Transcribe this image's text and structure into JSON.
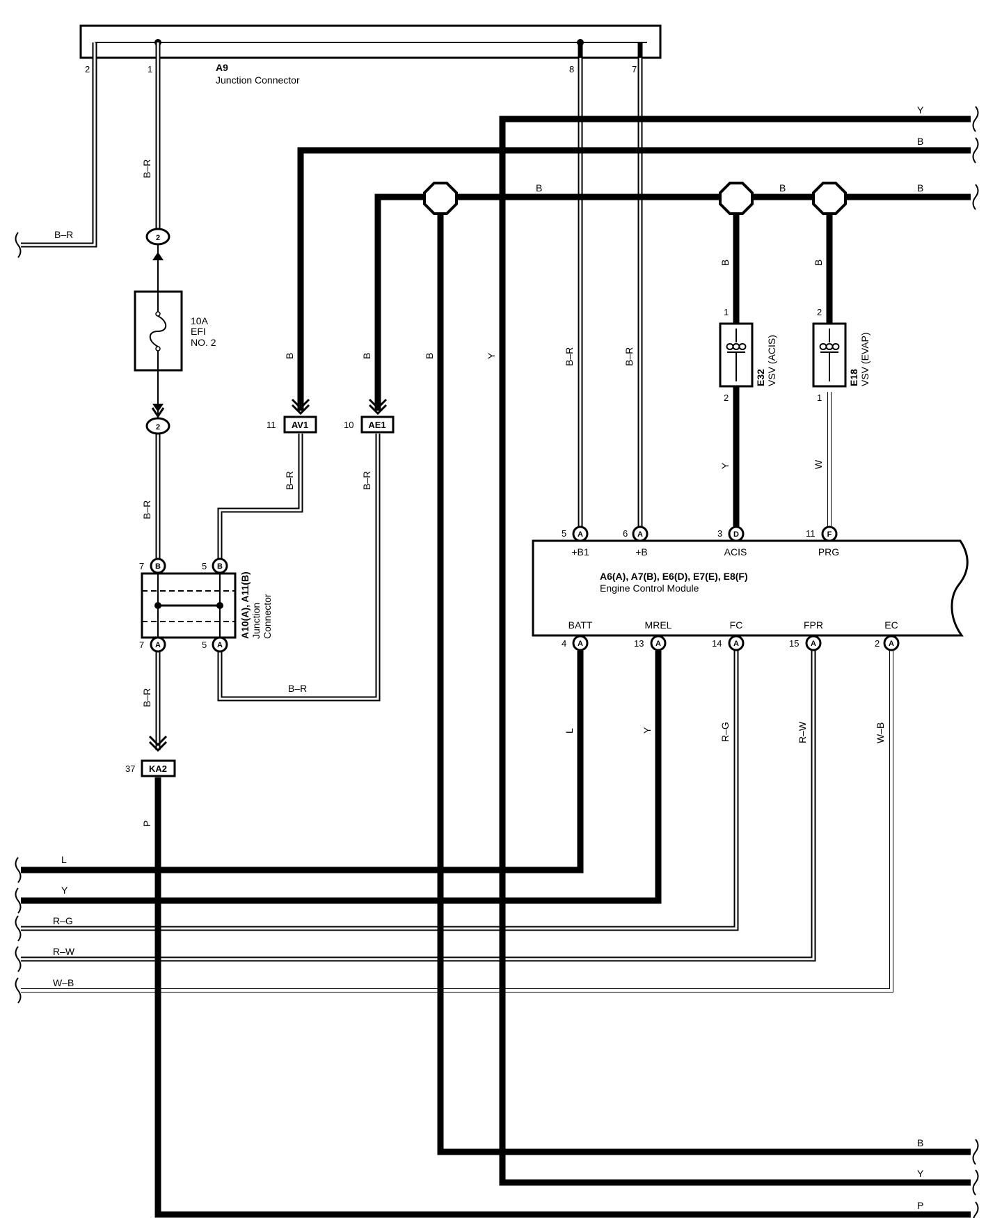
{
  "junction_a9": {
    "code": "A9",
    "name": "Junction Connector",
    "pins": [
      "2",
      "1",
      "8",
      "7"
    ]
  },
  "fuse": {
    "rating": "10A",
    "name_line1": "EFI",
    "name_line2": "NO. 2",
    "connector_code": "2"
  },
  "junction_a10": {
    "code": "A10(A), A11(B)",
    "name_line1": "Junction",
    "name_line2": "Connector",
    "pins": [
      "7",
      "5",
      "7",
      "5"
    ],
    "pin_letters": [
      "B",
      "B",
      "A",
      "A"
    ]
  },
  "inline_connectors": [
    {
      "pin": "11",
      "code": "AV1"
    },
    {
      "pin": "10",
      "code": "AE1"
    },
    {
      "pin": "37",
      "code": "KA2"
    }
  ],
  "vsv_acis": {
    "code": "E32",
    "name": "VSV (ACIS)",
    "pins": [
      "1",
      "2"
    ]
  },
  "vsv_evap": {
    "code": "E18",
    "name": "VSV (EVAP)",
    "pins": [
      "2",
      "1"
    ]
  },
  "ecm": {
    "codes": "A6(A), A7(B), E6(D), E7(E), E8(F)",
    "name": "Engine Control Module",
    "top_terminals": [
      {
        "pin": "5",
        "letter": "A",
        "name": "+B1"
      },
      {
        "pin": "6",
        "letter": "A",
        "name": "+B"
      },
      {
        "pin": "3",
        "letter": "D",
        "name": "ACIS"
      },
      {
        "pin": "11",
        "letter": "F",
        "name": "PRG"
      }
    ],
    "bottom_terminals": [
      {
        "pin": "4",
        "letter": "A",
        "name": "BATT"
      },
      {
        "pin": "13",
        "letter": "A",
        "name": "MREL"
      },
      {
        "pin": "14",
        "letter": "A",
        "name": "FC"
      },
      {
        "pin": "15",
        "letter": "A",
        "name": "FPR"
      },
      {
        "pin": "2",
        "letter": "A",
        "name": "EC"
      }
    ]
  },
  "wire_colors": {
    "br_left": "B–R",
    "br_fuse_top": "B–R",
    "br_fuse_bottom": "B–R",
    "br_below_junction": "B–R",
    "br_av1": "B–R",
    "br_ae1": "B–R",
    "br_bottom_link": "B–R",
    "b_av1": "B",
    "b_ae1": "B",
    "b_splice_down": "B",
    "y_long": "Y",
    "br_pin8": "B–R",
    "br_pin7": "B–R",
    "b_acis_top": "B",
    "y_acis": "Y",
    "b_evap_top": "B",
    "w_evap": "W",
    "b_splice_line": "B",
    "b_splice_line2": "B",
    "p_ka2": "P",
    "l_batt": "L",
    "y_mrel": "Y",
    "rg_fc": "R–G",
    "rw_fpr": "R–W",
    "wb_ec": "W–B"
  },
  "right_edge_top": [
    "Y",
    "B",
    "B"
  ],
  "right_edge_bottom": [
    "Y",
    "B",
    "P"
  ],
  "left_edge": [
    "L",
    "Y",
    "R–G",
    "R–W",
    "W–B"
  ]
}
